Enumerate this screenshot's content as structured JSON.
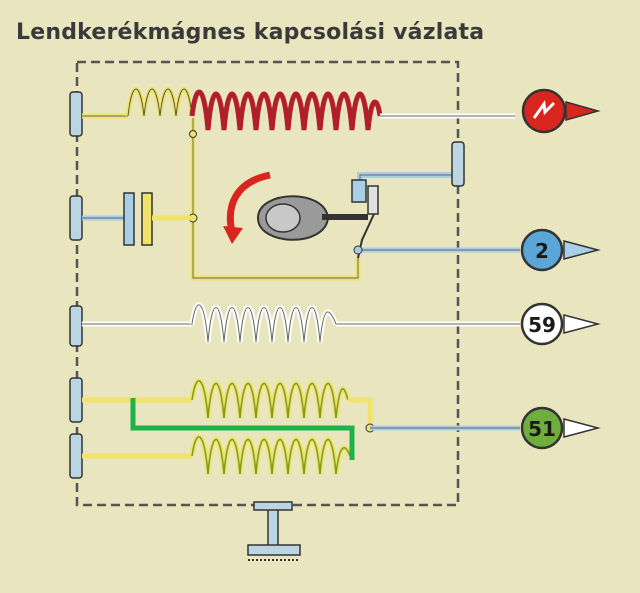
{
  "title": "Lendkerékmágnes kapcsolási vázlata",
  "terminals": [
    {
      "label": "2",
      "fill": "#5aa6d6",
      "arrow": "#a9cfe6"
    },
    {
      "label": "59",
      "fill": "#ffffff",
      "arrow": "#ffffff"
    },
    {
      "label": "51",
      "fill": "#6fae3e",
      "arrow": "#ffffff"
    }
  ],
  "colors": {
    "background": "#e9e5bf",
    "frame": "#555555",
    "wire_yellow": "#f1e36a",
    "wire_blue": "#a9cfe6",
    "coil_red": "#b0202a",
    "coil_green": "#7a9a2a",
    "coil_white": "#ffffff",
    "battery_red": "#d8261f",
    "highlight_green": "#1db34a"
  }
}
